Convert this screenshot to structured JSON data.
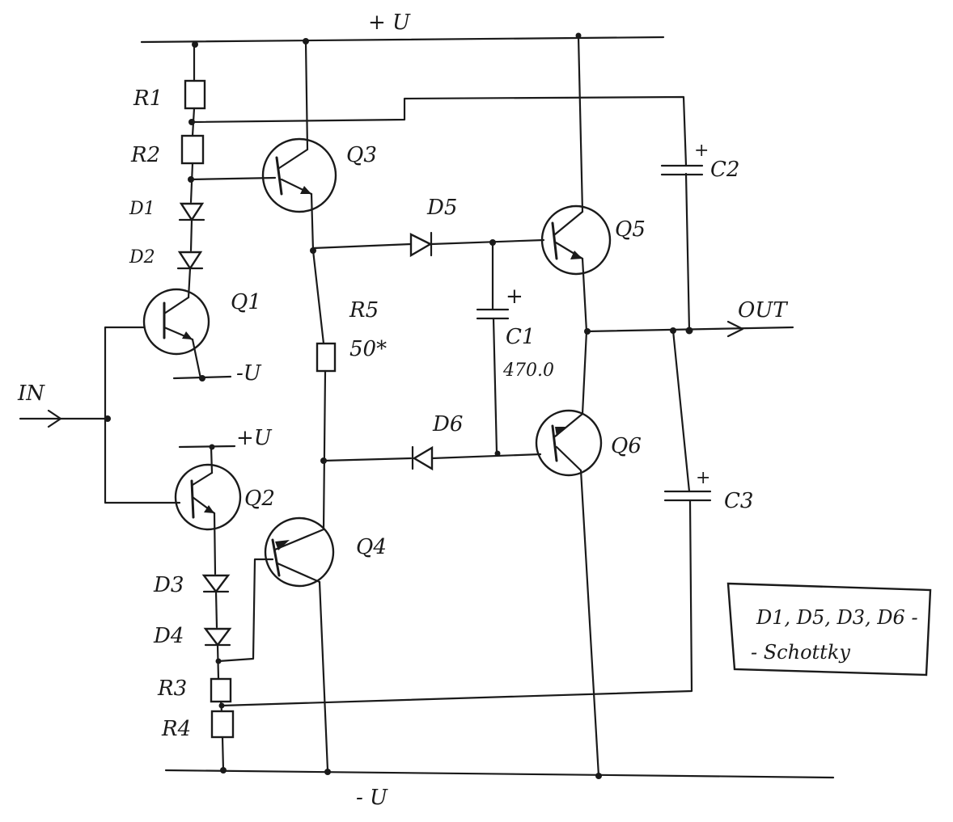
{
  "rails": {
    "positive": "+ U",
    "negative": "- U",
    "q1_emitter": "-U",
    "q2_collector": "+U"
  },
  "io": {
    "input": "IN",
    "output": "OUT"
  },
  "components": {
    "R1": "R1",
    "R2": "R2",
    "R3": "R3",
    "R4": "R4",
    "R5": "R5",
    "R5_value": "50*",
    "D1": "D1",
    "D2": "D2",
    "D3": "D3",
    "D4": "D4",
    "D5": "D5",
    "D6": "D6",
    "Q1": "Q1",
    "Q2": "Q2",
    "Q3": "Q3",
    "Q4": "Q4",
    "Q5": "Q5",
    "Q6": "Q6",
    "C1": "C1",
    "C1_value": "470.0",
    "C2": "C2",
    "C3": "C3",
    "plus": "+"
  },
  "note": {
    "line1": "D1, D5, D3, D6 -",
    "line2": "- Schottky"
  },
  "colors": {
    "ink": "#1a1a1a",
    "paper": "#ffffff"
  }
}
